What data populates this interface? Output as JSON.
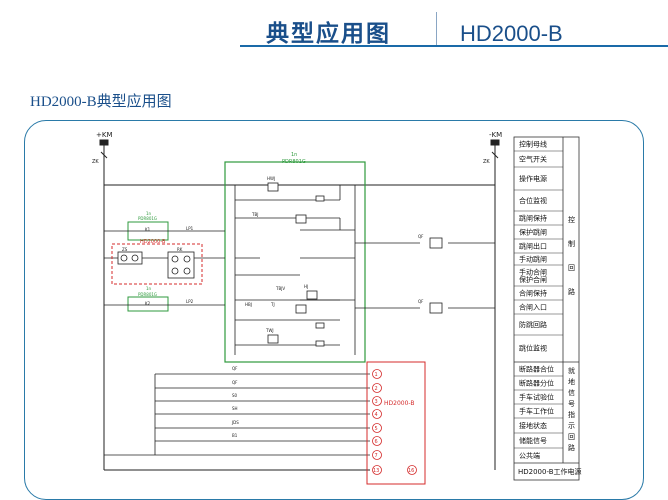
{
  "header": {
    "title": "典型应用图",
    "model": "HD2000-B"
  },
  "section_title": "HD2000-B典型应用图",
  "colors": {
    "brand_blue": "#1a4f8a",
    "frame_blue": "#2a7aa8",
    "relay_box_green": "#2e9a3c",
    "device_red": "#d42b2b"
  },
  "diagram": {
    "bus_pos": "+KM",
    "bus_neg": "-KM",
    "fuse_left": "ZK",
    "fuse_right": "ZK",
    "relay_box": {
      "ratio": "1n",
      "model": "PDR801G"
    },
    "small_box_top": {
      "ratio": "1n",
      "model": "PDR801G"
    },
    "small_box_bottom": {
      "ratio": "1n",
      "model": "PDR801G"
    },
    "device_dashed": "HD2000-B",
    "component_labels": {
      "hwj": "HWJ",
      "tbj": "TBJ",
      "twj": "TWJ",
      "tbjv": "TBJV",
      "qf": "QF",
      "k1": "K1",
      "k2": "K2",
      "r1": "R",
      "zs": "ZS",
      "rk": "RK",
      "s0": "S0",
      "sh": "SH",
      "jds": "JDS",
      "b1": "B1",
      "lp1": "LP1",
      "lp2": "LP2",
      "hbj": "HBJ",
      "tj": "TJ",
      "hj": "HJ"
    },
    "device": {
      "name": "HD2000-B",
      "terminals": [
        "1",
        "2",
        "3",
        "4",
        "5",
        "6",
        "7",
        "13"
      ],
      "terminal_extra": "16"
    }
  },
  "panel": {
    "rows_top": [
      "控制母线",
      "空气开关",
      "操作电源",
      "合位监视",
      "跳闸保持",
      "保护跳闸",
      "跳闸出口",
      "手动跳闸",
      "手动合闸\n保护合闸",
      "合闸保持",
      "合闸入口",
      "防跳回路",
      "跳位监视"
    ],
    "group_control": "控制回路",
    "rows_bottom": [
      "断路器合位",
      "断路器分位",
      "手车试验位",
      "手车工作位",
      "接地状态",
      "储能信号",
      "公共端"
    ],
    "group_signal": "就地信号指示回路",
    "footer": "HD2000-B工作电源"
  }
}
